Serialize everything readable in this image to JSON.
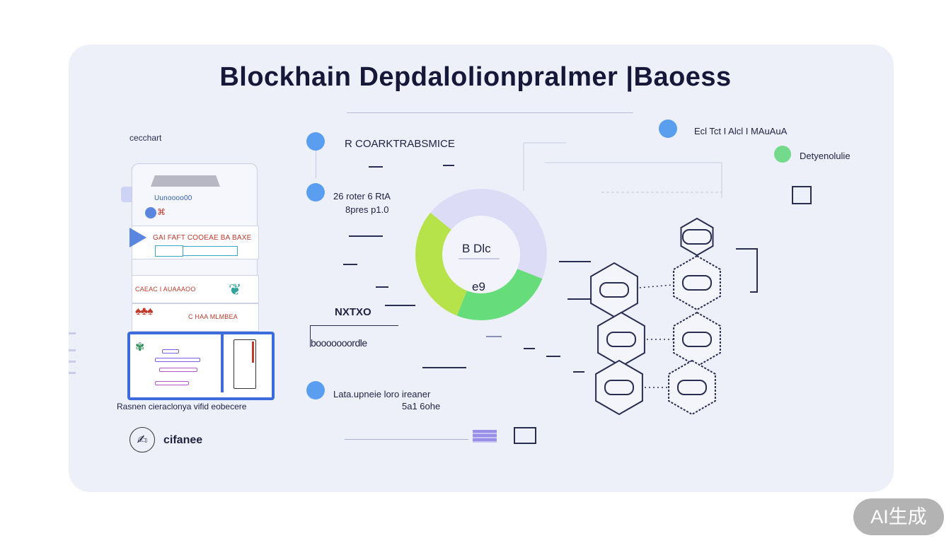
{
  "title": "Blockhain Depdalolionpralmer  |Baoess",
  "left_panel": {
    "header": "cecchart",
    "rows": [
      "Uunoooo00",
      "GAI FAFT COOEAE BA BAXE",
      "CAEAC I AUAAAOO",
      "C HAA MLMBEA"
    ],
    "caption": "Rasnen cieraclonya vifid eobecere",
    "brand": "cifanee"
  },
  "middle": {
    "item1": "r coarktrabsmice",
    "item2_line1": "26 roter 6 RtA",
    "item2_line2": "8pres p1.0",
    "block_label": "NXTXO",
    "block_caption": "booooooordle",
    "item3_line1": "Lata.upneie loro ireaner",
    "item3_line2": "5a1 6ohe"
  },
  "gauge": {
    "center_top": "B Dlc",
    "center_bottom": "e9",
    "segments": [
      {
        "name": "lavender",
        "value": 45,
        "color": "#dcdcf7"
      },
      {
        "name": "green",
        "value": 25,
        "color": "#66dd7a"
      },
      {
        "name": "lime",
        "value": 30,
        "color": "#b6e24a"
      }
    ]
  },
  "right": {
    "header": "Ecl Tct I Alcl I M­AuAuA",
    "legend_item": "Detyenolulie"
  },
  "colors": {
    "accent_blue": "#5a9ef0",
    "accent_green": "#73d98b",
    "screen_border": "#3d6bdc",
    "background_card": "#eef0f9"
  },
  "watermark": "AI生成"
}
